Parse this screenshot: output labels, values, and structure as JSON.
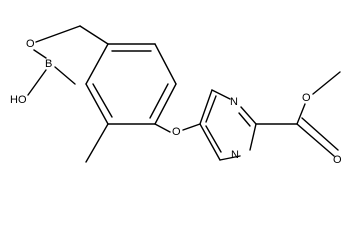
{
  "atoms": {
    "o_ring": "O",
    "b": "B",
    "ho": "HO",
    "o_ether": "O",
    "n_top": "N",
    "n_bottom": "N",
    "o_ester": "O",
    "o_carbonyl": "O"
  },
  "colors": {
    "bond": "#000000",
    "label": "#000000",
    "background": "#ffffff"
  }
}
